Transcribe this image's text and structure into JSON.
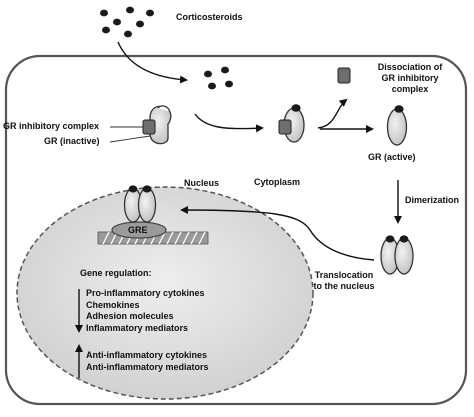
{
  "labels": {
    "corticosteroids": "Corticosteroids",
    "dissociation_line1": "Dissociation of",
    "dissociation_line2": "GR inhibitory",
    "dissociation_line3": "complex",
    "gr_inhibitory_complex": "GR inhibitory complex",
    "gr_inactive": "GR (inactive)",
    "gr_active": "GR (active)",
    "cytoplasm": "Cytoplasm",
    "nucleus": "Nucleus",
    "dimerization": "Dimerization",
    "gre": "GRE",
    "translocation_line1": "Translocation",
    "translocation_line2": "to the nucleus",
    "gene_regulation": "Gene regulation:"
  },
  "downregulated": [
    "Pro-inflammatory cytokines",
    "Chemokines",
    "Adhesion molecules",
    "Inflammatory mediators"
  ],
  "upregulated": [
    "Anti-inflammatory cytokines",
    "Anti-inflammatory mediators"
  ],
  "colors": {
    "cell_outline": "#555555",
    "nucleus_fill": "#d7d7d7",
    "protein_fill": "#d9d9d9",
    "inhibitor_fill": "#6e6e6e",
    "dot": "#1a1a1a"
  }
}
